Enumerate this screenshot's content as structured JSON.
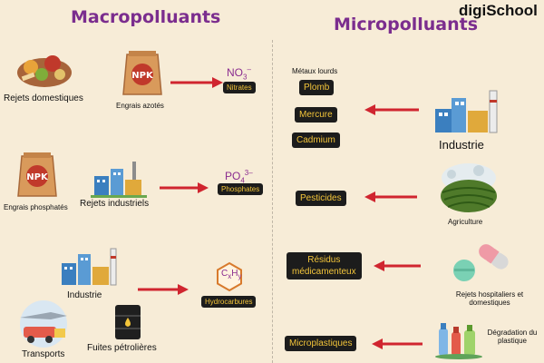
{
  "brand": {
    "text": "digiSchool"
  },
  "left": {
    "title": "Macropolluants",
    "row1": {
      "source": "Rejets domestiques",
      "source2": "Engrais azotés",
      "formula": "NO",
      "formula_sub": "3",
      "formula_sup": "–",
      "label": "Nitrates"
    },
    "row2": {
      "source": "Engrais phosphatés",
      "source2": "Rejets industriels",
      "formula": "PO",
      "formula_sub": "4",
      "formula_sup": "3–",
      "label": "Phosphates"
    },
    "row3": {
      "source": "Industrie",
      "source2": "Transports",
      "source3": "Fuites pétrolières",
      "formula": "C",
      "formula_sub1": "x",
      "formula_mid": "H",
      "formula_sub2": "y",
      "label": "Hydrocarbures"
    }
  },
  "right": {
    "title": "Micropolluants",
    "row1": {
      "heading": "Métaux lourds",
      "items": [
        "Plomb",
        "Mercure",
        "Cadmium"
      ],
      "source": "Industrie"
    },
    "row2": {
      "items": [
        "Pesticides"
      ],
      "source": "Agriculture"
    },
    "row3": {
      "items": [
        "Résidus",
        "médicamenteux"
      ],
      "source": "Rejets hospitaliers et",
      "source_line2": "domestiques"
    },
    "row4": {
      "items": [
        "Microplastiques"
      ],
      "source": "Dégradation du",
      "source_line2": "plastique"
    }
  },
  "colors": {
    "background": "#f7ecd7",
    "title": "#7b2d8e",
    "arrow": "#d0252f",
    "pill_bg": "#1c1c1c",
    "pill_text": "#f3c53a"
  },
  "icons": [
    "food-waste-icon",
    "npk-bag-icon",
    "factory-icon",
    "pipe-icon",
    "transport-icon",
    "oil-barrel-icon",
    "hydrocarbon-molecule-icon",
    "agriculture-field-icon",
    "pill-capsule-icon",
    "plastic-waste-icon"
  ]
}
